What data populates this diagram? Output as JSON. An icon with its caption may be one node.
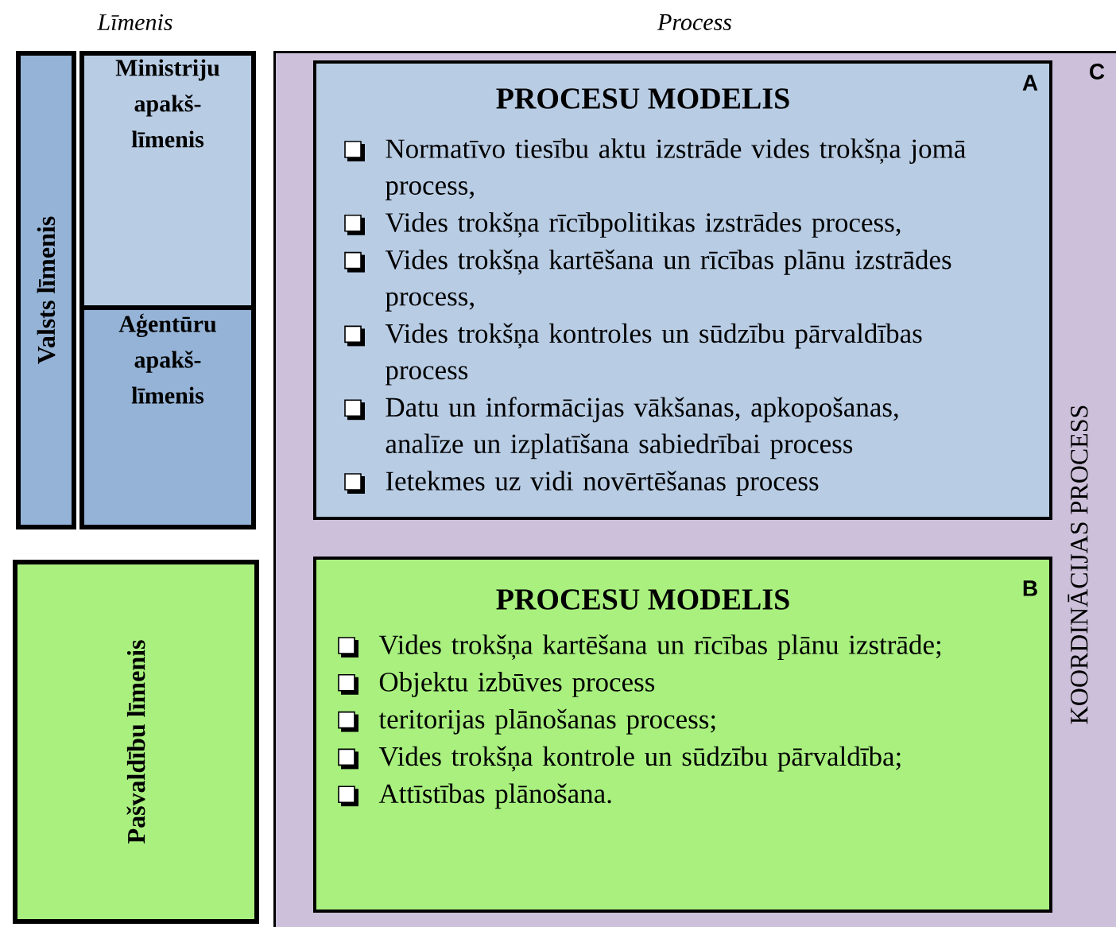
{
  "diagram": {
    "nodes": [
      {
        "text": [
          "Valsts līmenis"
        ]
      },
      {
        "text": [
          "Ministriju apakš- līmenis"
        ]
      },
      {
        "text": [
          "Aģentūru apakš- līmenis"
        ]
      },
      {
        "text": [
          "Pašvaldību līmenis"
        ]
      },
      {
        "text": [
          "C",
          "KOORDINĀCIJAS PROCESS"
        ]
      },
      {
        "text": [
          "PROCESU MODELIS",
          "A",
          "Normatīvo tiesību aktu izstrāde vides trokšņa jomā process,",
          "Vides trokšņa rīcībpolitikas izstrādes process,",
          "Vides trokšņa kartēšana un rīcības plānu izstrādes process,",
          "Vides trokšņa kontroles un sūdzību pārvaldības process",
          "Datu un informācijas vākšanas, apkopošanas, analīze un izplatīšana sabiedrībai process",
          "Ietekmes uz vidi novērtēšanas process"
        ],
        "in": 4
      },
      {
        "text": [
          "PROCESU MODELIS",
          "B",
          "Vides trokšņa kartēšana un rīcības plānu izstrāde;",
          "Objektu izbūves process",
          "teritorijas plānošanas process;",
          "Vides trokšņa kontrole un sūdzību pārvaldība;",
          "Attīstības plānošana."
        ],
        "in": 4
      }
    ],
    "labels": [
      "Līmenis",
      "Process"
    ]
  }
}
